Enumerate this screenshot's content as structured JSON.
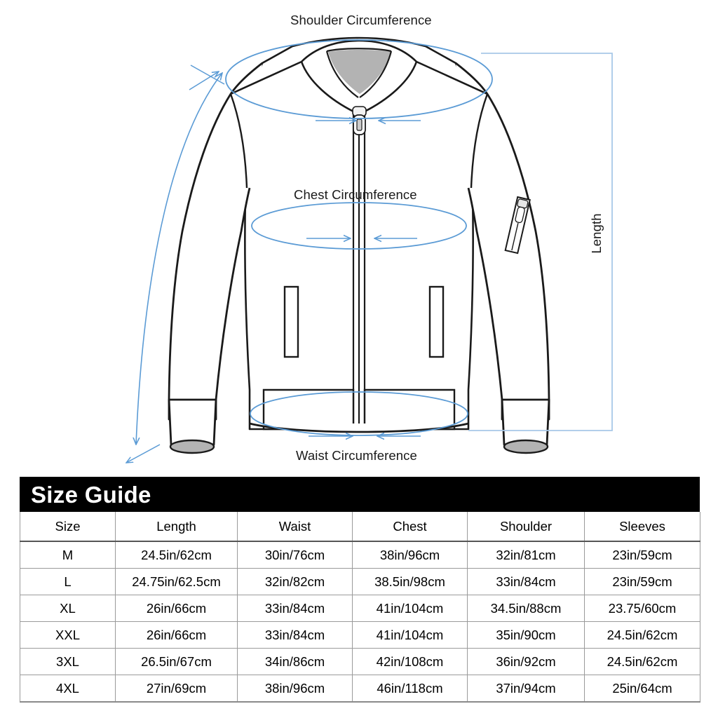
{
  "diagram": {
    "labels": {
      "shoulder": "Shoulder Circumference",
      "chest": "Chest Circumference",
      "waist": "Waist Circumference",
      "length": "Length"
    },
    "colors": {
      "measurement_line": "#5b9bd5",
      "garment_outline": "#1a1a1a",
      "shading": "#b3b3b3"
    }
  },
  "size_guide": {
    "title": "Size Guide",
    "columns": [
      "Size",
      "Length",
      "Waist",
      "Chest",
      "Shoulder",
      "Sleeves"
    ],
    "rows": [
      {
        "size": "M",
        "length": "24.5in/62cm",
        "waist": "30in/76cm",
        "chest": "38in/96cm",
        "shoulder": "32in/81cm",
        "sleeves": "23in/59cm"
      },
      {
        "size": "L",
        "length": "24.75in/62.5cm",
        "waist": "32in/82cm",
        "chest": "38.5in/98cm",
        "shoulder": "33in/84cm",
        "sleeves": "23in/59cm"
      },
      {
        "size": "XL",
        "length": "26in/66cm",
        "waist": "33in/84cm",
        "chest": "41in/104cm",
        "shoulder": "34.5in/88cm",
        "sleeves": "23.75/60cm"
      },
      {
        "size": "XXL",
        "length": "26in/66cm",
        "waist": "33in/84cm",
        "chest": "41in/104cm",
        "shoulder": "35in/90cm",
        "sleeves": "24.5in/62cm"
      },
      {
        "size": "3XL",
        "length": "26.5in/67cm",
        "waist": "34in/86cm",
        "chest": "42in/108cm",
        "shoulder": "36in/92cm",
        "sleeves": "24.5in/62cm"
      },
      {
        "size": "4XL",
        "length": "27in/69cm",
        "waist": "38in/96cm",
        "chest": "46in/118cm",
        "shoulder": "37in/94cm",
        "sleeves": "25in/64cm"
      }
    ]
  }
}
